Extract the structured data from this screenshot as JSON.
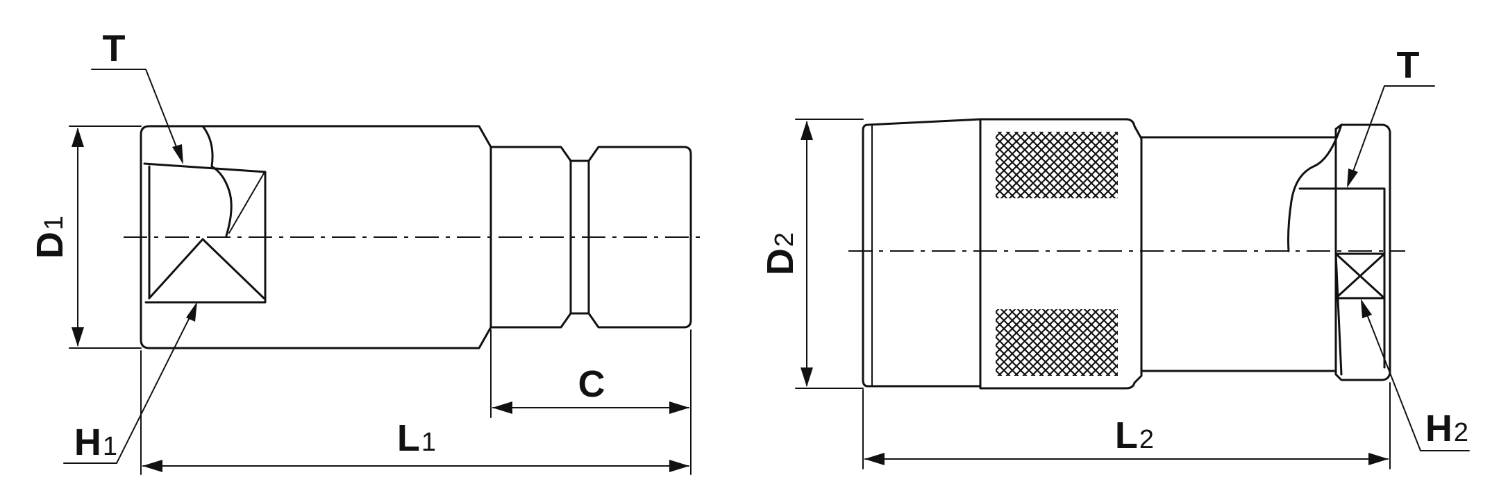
{
  "diagram": {
    "left_part": {
      "labels": {
        "thread": "T",
        "diameter_main": "D",
        "diameter_sub": "1",
        "hex_main": "H",
        "hex_sub": "1",
        "length_main": "L",
        "length_sub": "1",
        "nipple": "C"
      }
    },
    "right_part": {
      "labels": {
        "thread": "T",
        "diameter_main": "D",
        "diameter_sub": "2",
        "hex_main": "H",
        "hex_sub": "2",
        "length_main": "L",
        "length_sub": "2"
      }
    }
  }
}
